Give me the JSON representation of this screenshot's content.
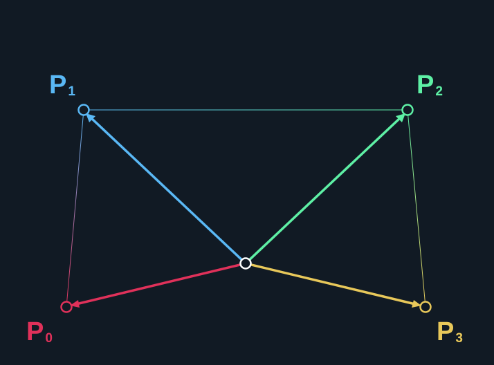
{
  "diagram": {
    "background": "#111a24",
    "center_point": {
      "fill": "#111a24",
      "stroke": "#ffffff"
    },
    "points": [
      {
        "id": "p0",
        "letter": "P",
        "subscript": "0",
        "color": "#e0315a"
      },
      {
        "id": "p1",
        "letter": "P",
        "subscript": "1",
        "color": "#5ab8f5"
      },
      {
        "id": "p2",
        "letter": "P",
        "subscript": "2",
        "color": "#5ef0a5"
      },
      {
        "id": "p3",
        "letter": "P",
        "subscript": "3",
        "color": "#e8c85a"
      }
    ]
  }
}
